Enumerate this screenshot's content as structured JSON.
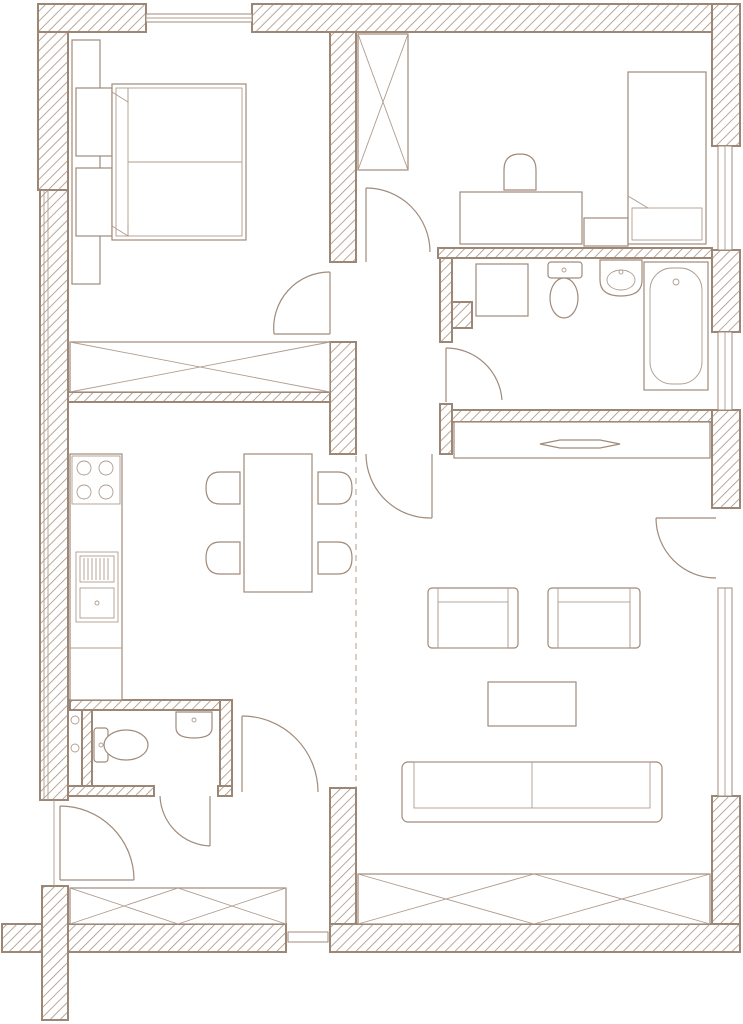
{
  "plan": {
    "colors": {
      "wall_stroke": "#9c8676",
      "hatch": "#a8937f",
      "line": "#a08a7a",
      "background": "#ffffff"
    },
    "rooms": [
      {
        "id": "bedroom-main",
        "furniture": [
          "double-bed",
          "nightstand-left",
          "nightstand-right"
        ]
      },
      {
        "id": "bedroom-second",
        "furniture": [
          "single-bed",
          "desk",
          "chair",
          "wardrobe"
        ]
      },
      {
        "id": "hallway",
        "furniture": []
      },
      {
        "id": "bathroom",
        "furniture": [
          "washing-machine",
          "toilet",
          "washbasin",
          "bathtub"
        ]
      },
      {
        "id": "kitchen-dining",
        "furniture": [
          "cooktop",
          "sink",
          "dining-table",
          "chairs"
        ]
      },
      {
        "id": "living-room",
        "furniture": [
          "armchair-left",
          "armchair-right",
          "coffee-table",
          "sofa",
          "tv-unit"
        ]
      },
      {
        "id": "toilet-room",
        "furniture": [
          "toilet",
          "washbasin"
        ]
      },
      {
        "id": "entrance",
        "furniture": [
          "wardrobe"
        ]
      }
    ]
  }
}
